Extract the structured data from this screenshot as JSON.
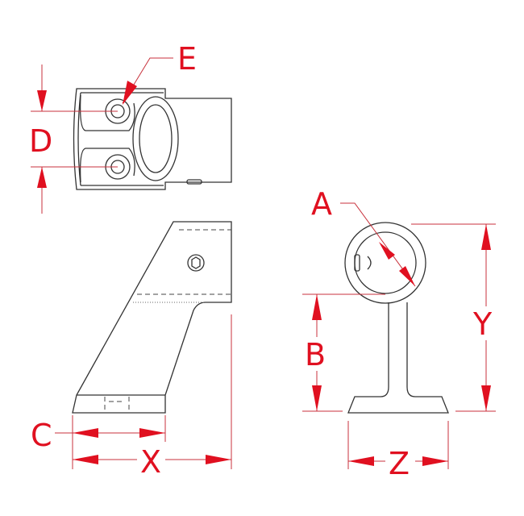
{
  "labels": {
    "a": "A",
    "b": "B",
    "c": "C",
    "d": "D",
    "e": "E",
    "x": "X",
    "y": "Y",
    "z": "Z"
  },
  "colors": {
    "dimension": "#e01020",
    "outline": "#333333"
  }
}
